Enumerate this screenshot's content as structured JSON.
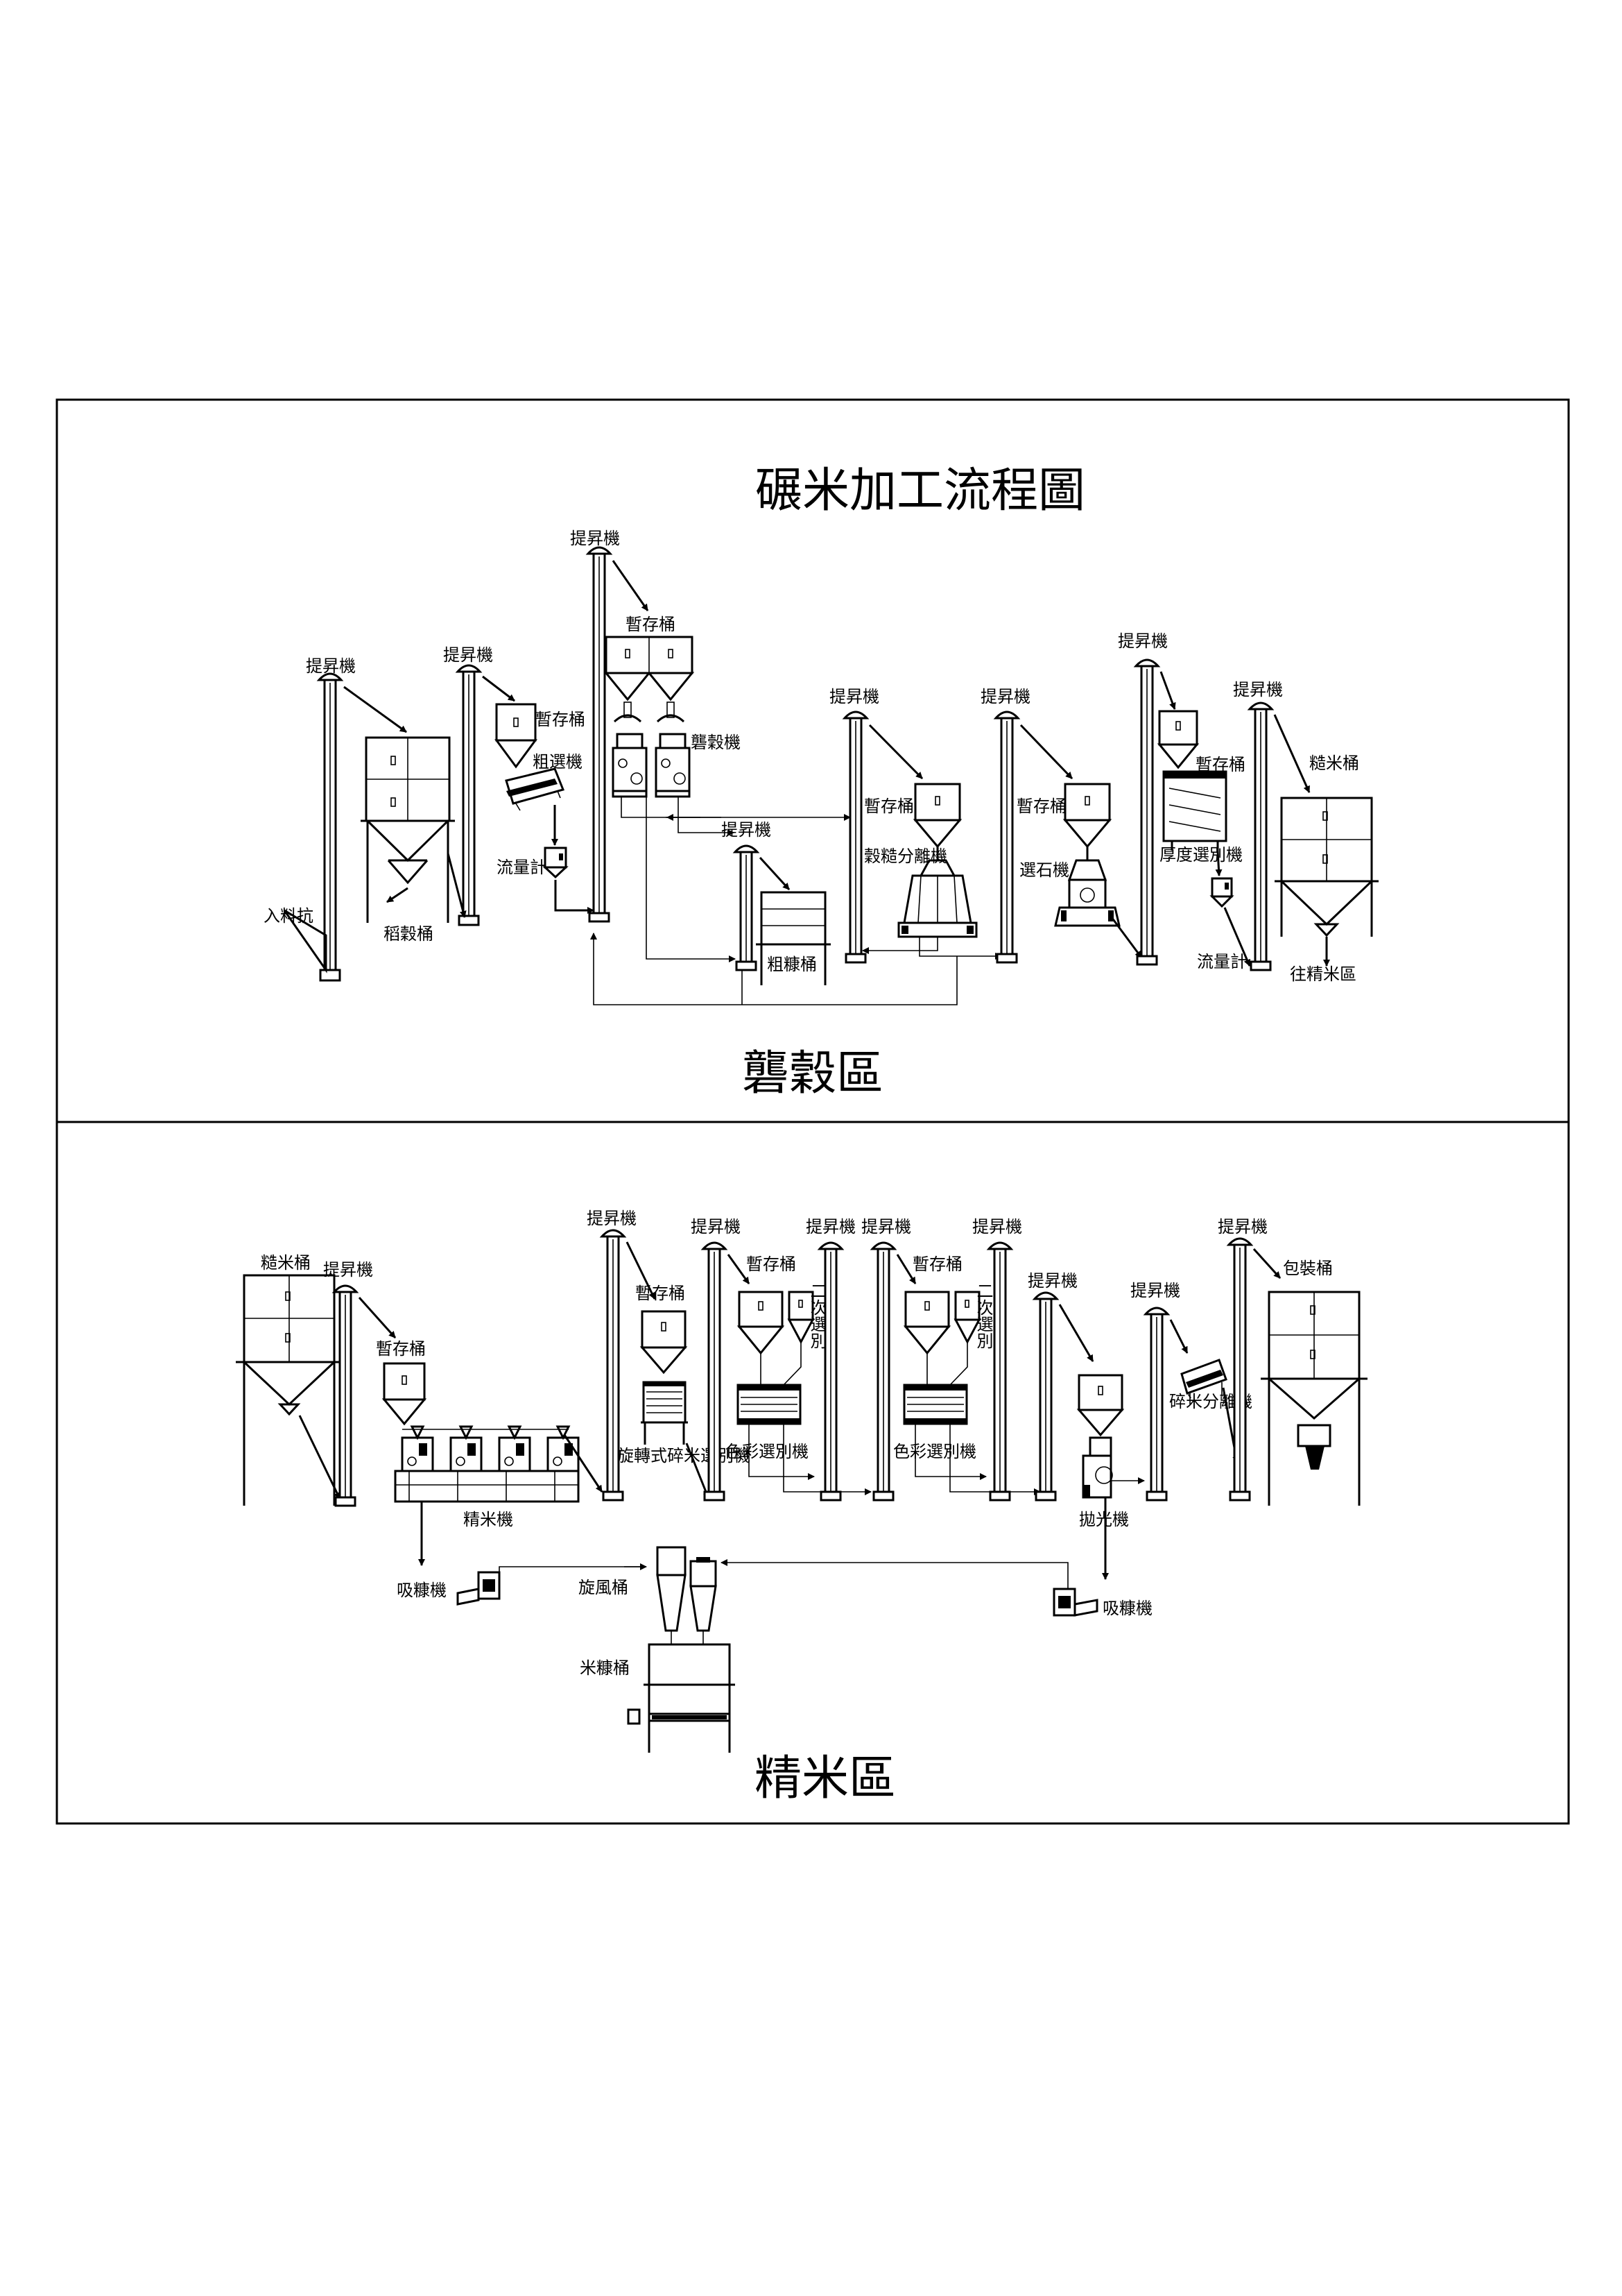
{
  "title": "碾米加工流程圖",
  "zones": {
    "husk": "礱穀區",
    "polish": "精米區"
  },
  "husk_labels": {
    "entry_pit": "入料抗",
    "paddy_bin": "稻穀桶",
    "elevator_1": "提昇機",
    "elevator_2": "提昇機",
    "temp_bin_1": "暫存桶",
    "pre_cleaner": "粗選機",
    "flow_meter_1": "流量計",
    "elevator_3": "提昇機",
    "temp_bin_2": "暫存桶",
    "husker": "礱穀機",
    "elevator_4": "提昇機",
    "rough_bran_bin": "粗糠桶",
    "elevator_5": "提昇機",
    "temp_bin_3": "暫存桶",
    "paddy_separator": "穀糙分離機",
    "elevator_6": "提昇機",
    "temp_bin_4": "暫存桶",
    "destoner": "選石機",
    "elevator_7": "提昇機",
    "temp_bin_5": "暫存桶",
    "thickness_grader": "厚度選別機",
    "flow_meter_2": "流量計",
    "elevator_8": "提昇機",
    "brown_rice_bin": "糙米桶",
    "to_polish": "往精米區"
  },
  "polish_labels": {
    "brown_rice_bin": "糙米桶",
    "elevator_1": "提昇機",
    "temp_bin_1": "暫存桶",
    "whitener": "精米機",
    "bran_suction_1": "吸糠機",
    "elevator_2": "提昇機",
    "temp_bin_2": "暫存桶",
    "rotary_sieve": "旋轉式碎米選別機",
    "elevator_3": "提昇機",
    "temp_bin_3": "暫存桶",
    "secondary_1": "二次選別",
    "color_sorter_1": "色彩選別機",
    "elevator_4": "提昇機",
    "elevator_5": "提昇機",
    "temp_bin_4": "暫存桶",
    "secondary_2": "二次選別",
    "color_sorter_2": "色彩選別機",
    "elevator_6": "提昇機",
    "elevator_7": "提昇機",
    "polisher": "拋光機",
    "elevator_8": "提昇機",
    "broken_separator": "碎米分離機",
    "elevator_9": "提昇機",
    "packing_bin": "包裝桶",
    "cyclone": "旋風桶",
    "rice_bran_bin": "米糠桶",
    "bran_suction_2": "吸糠機"
  }
}
